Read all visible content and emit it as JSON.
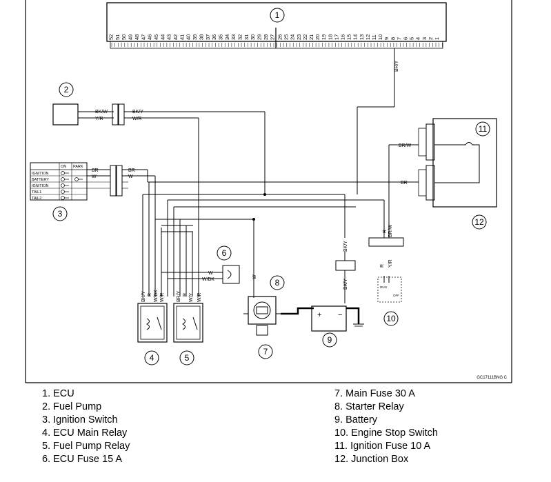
{
  "diagram": {
    "callouts": {
      "c1": "1",
      "c2": "2",
      "c3": "3",
      "c4": "4",
      "c5": "5",
      "c6": "6",
      "c7": "7",
      "c8": "8",
      "c9": "9",
      "c10": "10",
      "c11": "11",
      "c12": "12"
    },
    "ecu_pins_left": [
      "52",
      "51",
      "50",
      "49",
      "48",
      "47",
      "46",
      "45",
      "44",
      "43",
      "42",
      "41",
      "40",
      "39",
      "38",
      "37",
      "36",
      "35",
      "34",
      "33",
      "32",
      "31",
      "30",
      "29",
      "28",
      "27"
    ],
    "ecu_pins_right": [
      "26",
      "25",
      "24",
      "23",
      "22",
      "21",
      "20",
      "19",
      "18",
      "17",
      "16",
      "15",
      "14",
      "13",
      "12",
      "11",
      "10",
      "9",
      "8",
      "7",
      "6",
      "5",
      "4",
      "3",
      "2",
      "1"
    ],
    "wire_labels": {
      "ecu_br_y": "BR/Y",
      "pump_bk_w": "BK/W",
      "pump_y_r": "Y/R",
      "pump_bk_y": "BK/Y",
      "pump_w_r": "W/R",
      "ign_br_left": "BR",
      "ign_w_left": "W",
      "ign_br_right": "BR",
      "ign_w_right": "W",
      "jb_br_w": "BR/W",
      "jb_br": "BR",
      "fuse6_w": "W",
      "fuse6_w_bk": "W/BK",
      "starter_w": "W",
      "relay_bk_y_top": "BK/Y",
      "relay_bk_y_bottom": "BK/Y",
      "jbc_r": "R",
      "jbc_br_w": "BR/W",
      "stop_r": "R",
      "stop_y_r": "Y/R",
      "r4_bk_y": "BK/Y",
      "r4_r": "R",
      "r4_w_bk": "W/BK",
      "r4_w_r": "W/R",
      "r5_br_y": "BR/Y",
      "r5_r": "R",
      "r5_w_y": "W/Y",
      "r5_w_r": "W/R"
    },
    "ignition_table": {
      "header_on": "ON",
      "header_park": "PARK",
      "rows": [
        "IGNITION",
        "BATTERY",
        "IGNITION",
        "TAIL1",
        "TAIL2"
      ]
    },
    "stop_switch_states": [
      "RUN",
      "OFF"
    ],
    "battery_plus": "+",
    "battery_minus": "−",
    "figure_code": "GC17111BNG C"
  },
  "legend": {
    "left": [
      "1. ECU",
      "2. Fuel Pump",
      "3. Ignition Switch",
      "4. ECU Main Relay",
      "5. Fuel Pump Relay",
      "6. ECU Fuse 15 A"
    ],
    "right": [
      "7. Main Fuse 30 A",
      "8. Starter Relay",
      "9. Battery",
      "10. Engine Stop Switch",
      "11. Ignition Fuse 10 A",
      "12. Junction Box"
    ]
  }
}
